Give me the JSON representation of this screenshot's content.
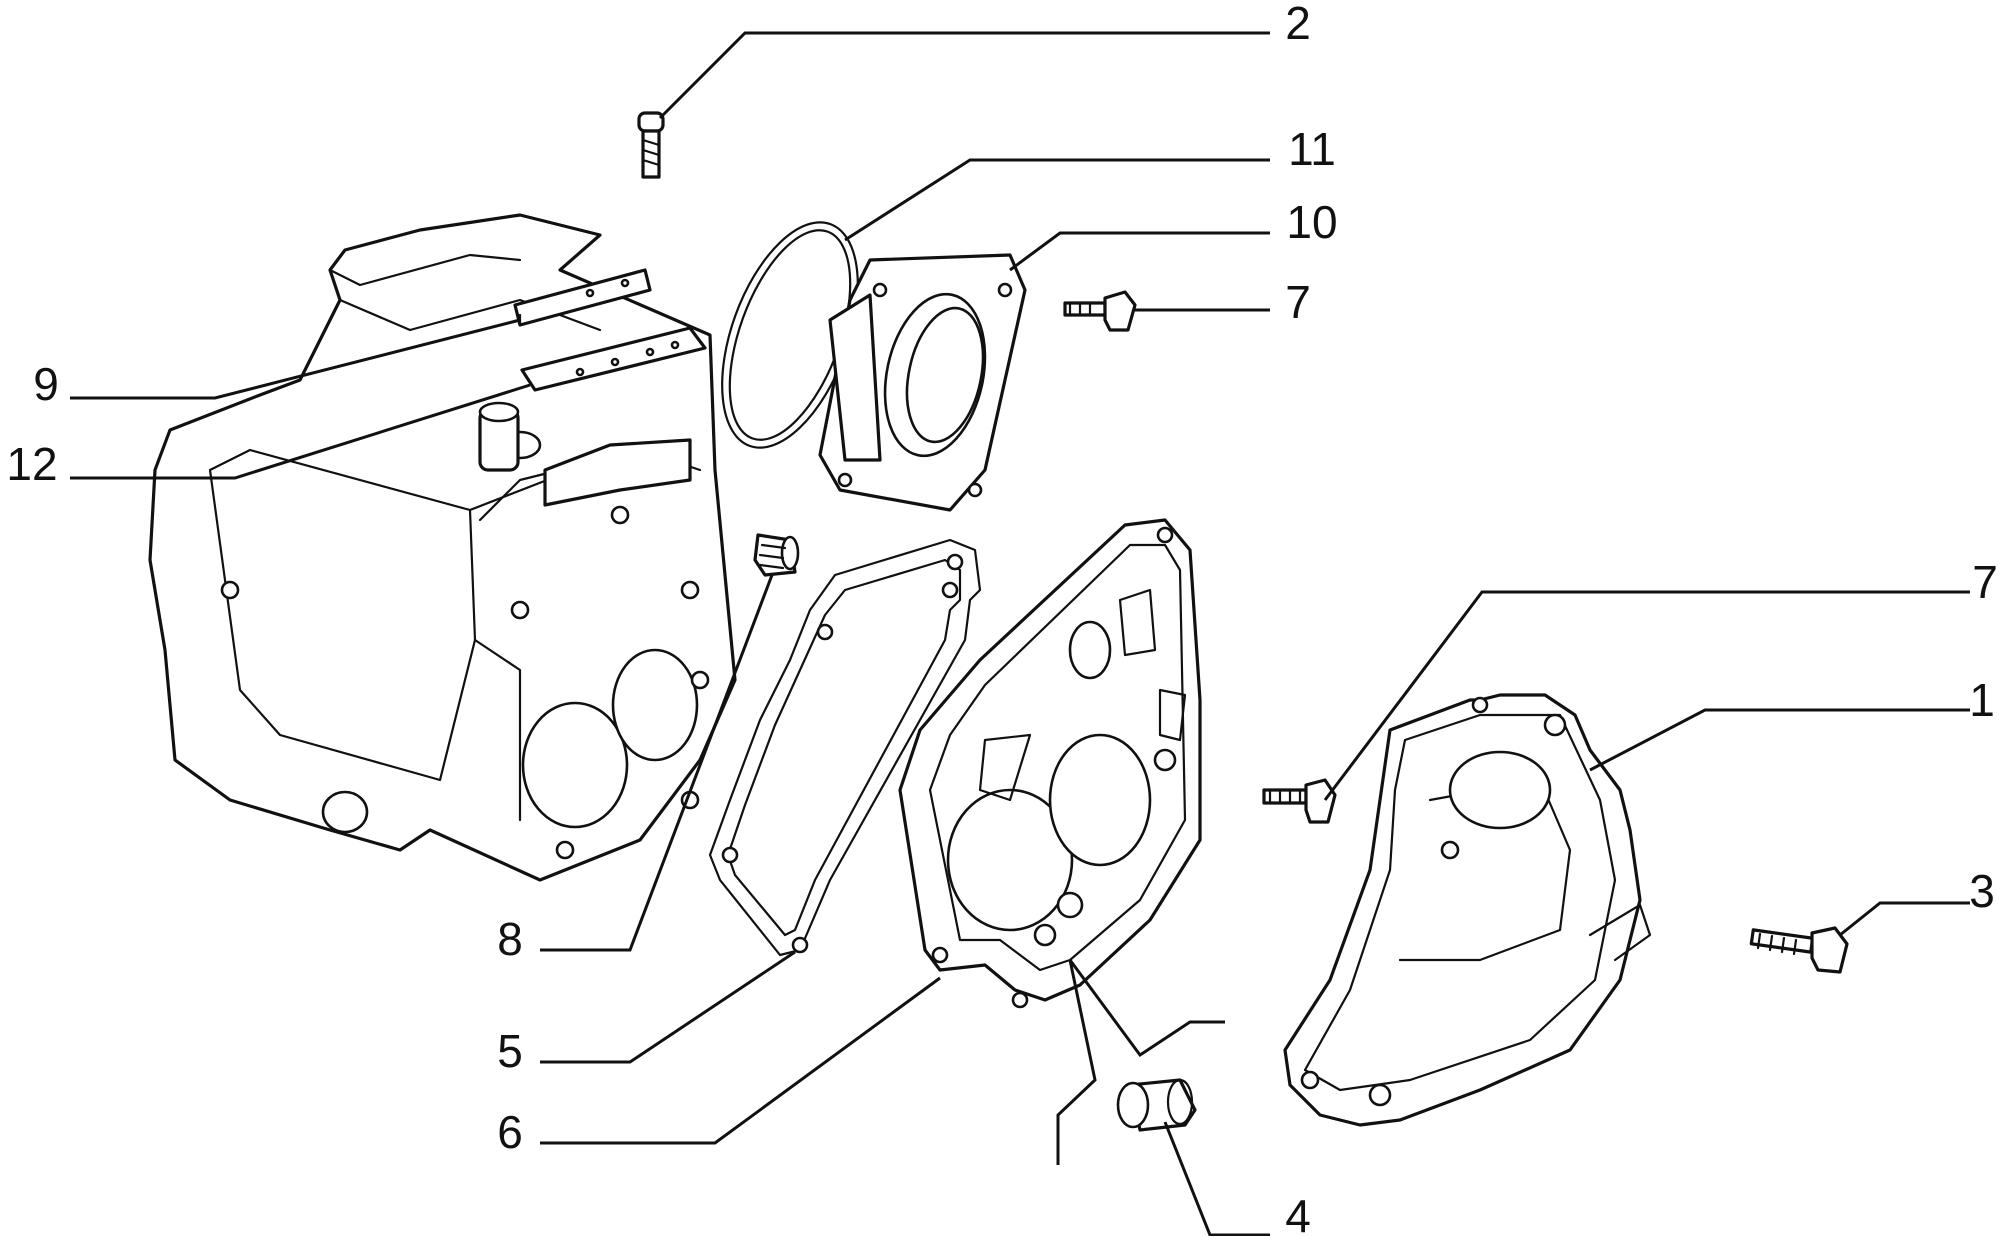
{
  "callouts": [
    {
      "id": "2",
      "label": "2"
    },
    {
      "id": "11",
      "label": "11"
    },
    {
      "id": "10",
      "label": "10"
    },
    {
      "id": "7a",
      "label": "7"
    },
    {
      "id": "9",
      "label": "9"
    },
    {
      "id": "12",
      "label": "12"
    },
    {
      "id": "7b",
      "label": "7"
    },
    {
      "id": "1",
      "label": "1"
    },
    {
      "id": "3",
      "label": "3"
    },
    {
      "id": "8",
      "label": "8"
    },
    {
      "id": "5",
      "label": "5"
    },
    {
      "id": "6",
      "label": "6"
    },
    {
      "id": "4",
      "label": "4"
    }
  ]
}
